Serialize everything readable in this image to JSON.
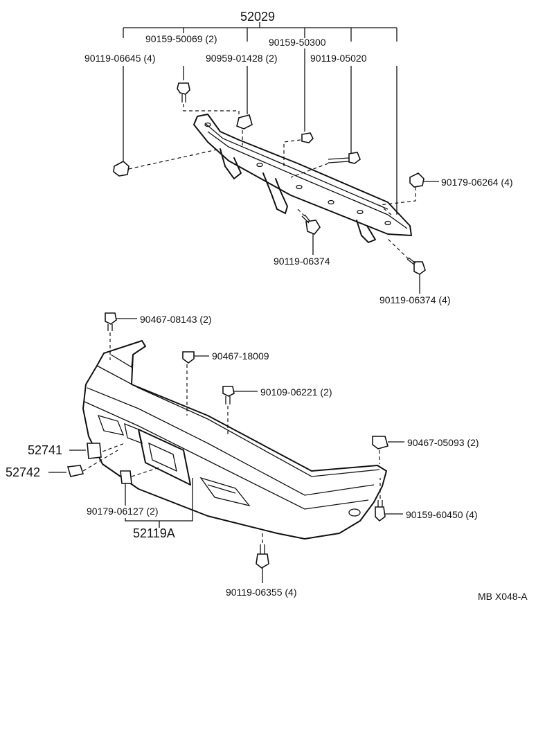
{
  "labels": {
    "p52029": "52029",
    "p90159_50069": "90159-50069 (2)",
    "p90159_50300": "90159-50300",
    "p90119_06645": "90119-06645 (4)",
    "p90959_01428": "90959-01428 (2)",
    "p90119_05020": "90119-05020",
    "p90179_06264": "90179-06264 (4)",
    "p90119_06374_a": "90119-06374",
    "p90119_06374_b": "90119-06374 (4)",
    "p90467_08143": "90467-08143 (2)",
    "p90467_18009": "90467-18009",
    "p90109_06221": "90109-06221 (2)",
    "p52741": "52741",
    "p52742": "52742",
    "p90467_05093": "90467-05093 (2)",
    "p90179_06127": "90179-06127 (2)",
    "p52119A": "52119A",
    "p90159_60450": "90159-60450 (4)",
    "p90119_06355": "90119-06355 (4)",
    "code": "MB X048-A"
  }
}
